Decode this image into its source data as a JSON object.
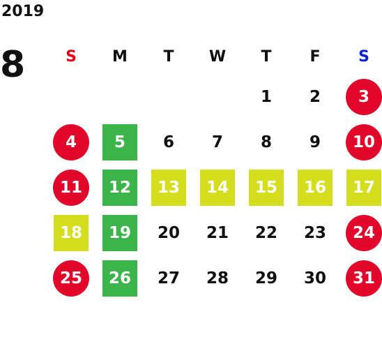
{
  "year": "2019",
  "month": "8",
  "weekdays": [
    "S",
    "M",
    "T",
    "W",
    "T",
    "F",
    "S"
  ],
  "colors": {
    "sunday_label": "#e60012",
    "saturday_label": "#0b1fd8",
    "holiday_circle": "#e2062b",
    "green_highlight": "#3bb44a",
    "yellow_highlight": "#d4de1c"
  },
  "weeks": [
    [
      {
        "d": ""
      },
      {
        "d": ""
      },
      {
        "d": ""
      },
      {
        "d": ""
      },
      {
        "d": "1"
      },
      {
        "d": "2"
      },
      {
        "d": "3",
        "style": "circle"
      }
    ],
    [
      {
        "d": "4",
        "style": "circle"
      },
      {
        "d": "5",
        "style": "green"
      },
      {
        "d": "6"
      },
      {
        "d": "7"
      },
      {
        "d": "8"
      },
      {
        "d": "9"
      },
      {
        "d": "10",
        "style": "circle"
      }
    ],
    [
      {
        "d": "11",
        "style": "circle"
      },
      {
        "d": "12",
        "style": "green"
      },
      {
        "d": "13",
        "style": "yellow"
      },
      {
        "d": "14",
        "style": "yellow"
      },
      {
        "d": "15",
        "style": "yellow"
      },
      {
        "d": "16",
        "style": "yellow"
      },
      {
        "d": "17",
        "style": "yellow"
      }
    ],
    [
      {
        "d": "18",
        "style": "yellow"
      },
      {
        "d": "19",
        "style": "green"
      },
      {
        "d": "20"
      },
      {
        "d": "21"
      },
      {
        "d": "22"
      },
      {
        "d": "23"
      },
      {
        "d": "24",
        "style": "circle"
      }
    ],
    [
      {
        "d": "25",
        "style": "circle"
      },
      {
        "d": "26",
        "style": "green"
      },
      {
        "d": "27"
      },
      {
        "d": "28"
      },
      {
        "d": "29"
      },
      {
        "d": "30"
      },
      {
        "d": "31",
        "style": "circle"
      }
    ]
  ]
}
